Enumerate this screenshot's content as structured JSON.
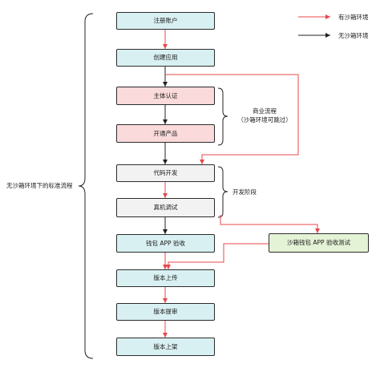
{
  "legend": {
    "red_label": "有沙箱环境",
    "black_label": "无沙箱环境"
  },
  "left_label": "无沙箱环境下的标准流程",
  "steps": {
    "register": "注册账户",
    "create_app": "创建应用",
    "entity_auth": "主体认证",
    "activate_product": "开通产品",
    "code_dev": "代码开发",
    "device_debug": "真机调试",
    "wallet_app_check": "钱包 APP 验收",
    "version_upload": "版本上传",
    "version_submit": "版本提审",
    "version_release": "版本上架",
    "sandbox_wallet_test": "沙箱钱包 APP 验收测试"
  },
  "business_flow": {
    "line1": "商业流程",
    "line2": "（沙箱环境可跳过）"
  },
  "dev_phase": "开发阶段",
  "colors": {
    "red": "#e8474c",
    "black": "#222222",
    "blue_fill": "#d9f0f2",
    "pink_fill": "#fadada",
    "gray_fill": "#f2f2f2",
    "green_fill": "#e4f3d6"
  }
}
